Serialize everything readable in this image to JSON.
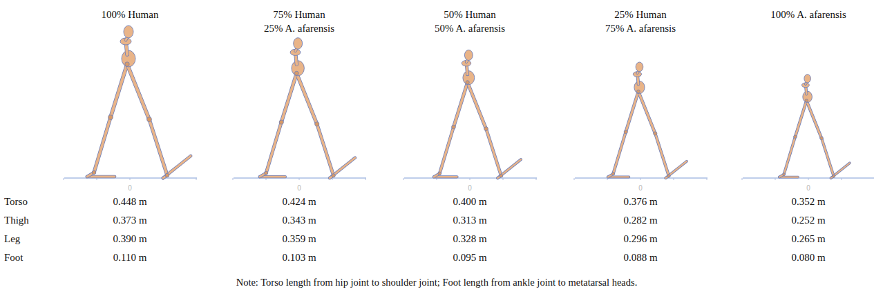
{
  "diagram": {
    "labels": [
      "100% Human",
      "75% Human",
      "25% A. afarensis",
      "50% Human",
      "50% A. afarensis",
      "25% Human",
      "75% A. afarensis",
      "100% A. afarensis",
      "0",
      "0",
      "0",
      "0",
      "0",
      "Torso",
      "0.448 m",
      "0.424 m",
      "0.400 m",
      "0.376 m",
      "0.352 m",
      "Thigh",
      "0.373 m",
      "0.343 m",
      "0.313 m",
      "0.282 m",
      "0.252 m",
      "Leg",
      "0.390 m",
      "0.359 m",
      "0.328 m",
      "0.296 m",
      "0.265 m",
      "Foot",
      "0.110 m",
      "0.103 m",
      "0.095 m",
      "0.088 m",
      "0.080 m",
      "Note: Torso length from hip joint to shoulder joint; Foot length from ankle joint to metatarsal heads."
    ]
  }
}
